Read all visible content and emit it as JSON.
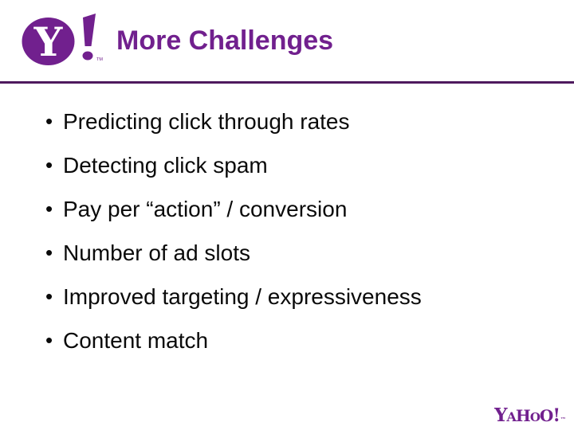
{
  "header": {
    "title": "More Challenges",
    "logo": {
      "letter": "Y",
      "tm": "TM"
    }
  },
  "list": {
    "glyph": "•",
    "items": [
      "Predicting click through rates",
      "Detecting click spam",
      "Pay per “action” / conversion",
      "Number of ad slots",
      "Improved targeting / expressiveness",
      "Content match"
    ]
  },
  "footer": {
    "logo_text": "YAHOO!",
    "tm": "™"
  },
  "colors": {
    "brand_purple": "#71208E",
    "divider_purple": "#4E1A5E",
    "body_text": "#0a0a0a"
  }
}
